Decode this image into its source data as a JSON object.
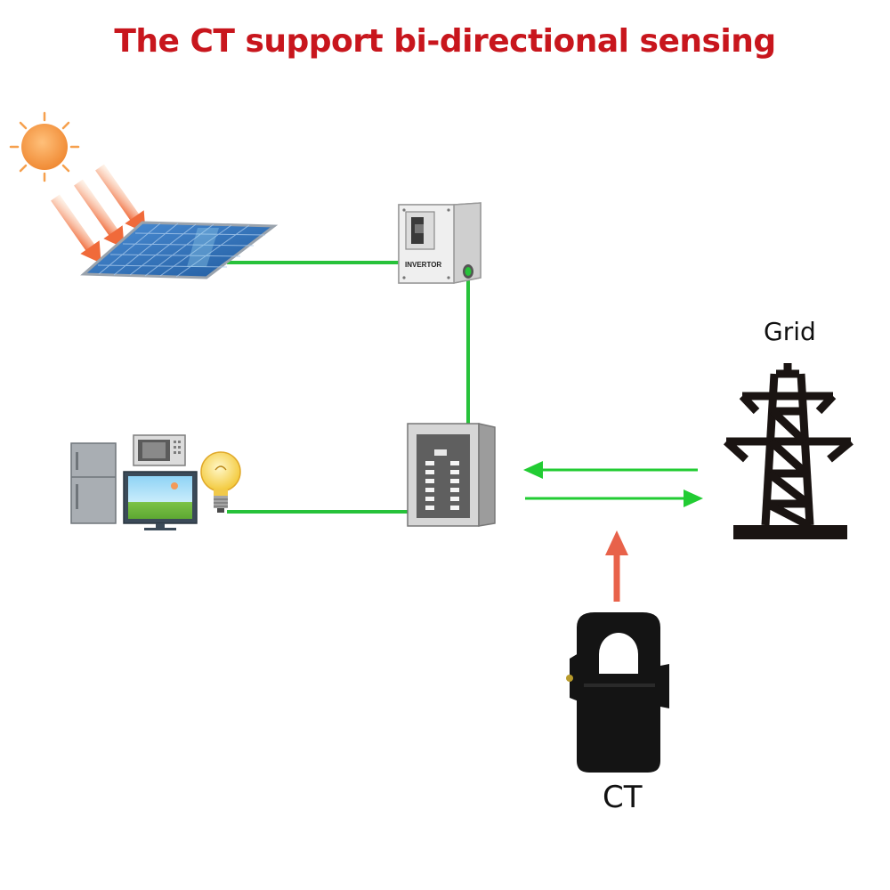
{
  "title": "The CT support bi-directional sensing",
  "labels": {
    "inverter": "INVERTOR",
    "grid": "Grid",
    "ct": "CT"
  },
  "colors": {
    "title": "#c8161d",
    "wire": "#27c23a",
    "flow_arrow": "#22cc33",
    "sense_arrow": "#e8624a",
    "sun": "#f6a04d",
    "panel": "#2f6fb5",
    "tower": "#1a1412",
    "ct_body": "#141414"
  },
  "icons": [
    "sun-icon",
    "solar-panel-icon",
    "inverter-icon",
    "breaker-panel-icon",
    "fridge-icon",
    "microwave-icon",
    "monitor-icon",
    "light-bulb-icon",
    "transmission-tower-icon",
    "ct-clamp-icon"
  ]
}
